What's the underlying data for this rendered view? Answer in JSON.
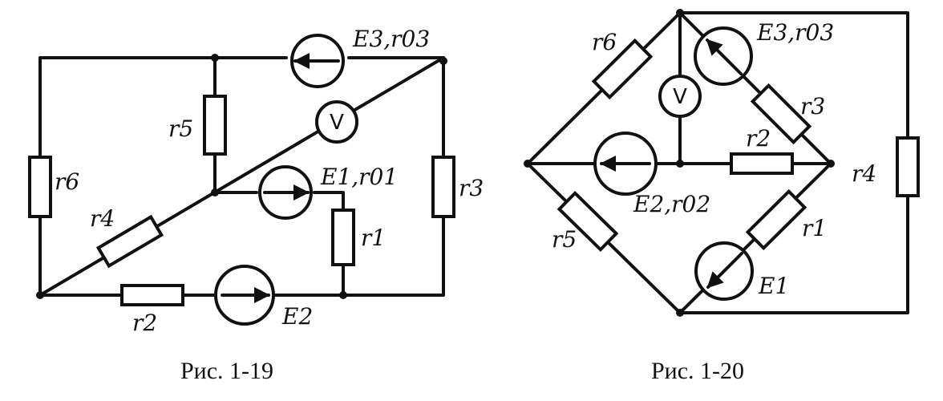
{
  "figures": [
    {
      "caption": "Рис. 1-19",
      "labels": {
        "E3": "E3,r03",
        "r5": "r5",
        "r6": "r6",
        "r3": "r3",
        "V": "V",
        "E1": "E1,r01",
        "r4": "r4",
        "r1": "r1",
        "r2": "r2",
        "E2": "E2"
      }
    },
    {
      "caption": "Рис. 1-20",
      "labels": {
        "r6": "r6",
        "E3": "E3,r03",
        "V": "V",
        "r3": "r3",
        "r2": "r2",
        "r4": "r4",
        "E2": "E2,r02",
        "r5": "r5",
        "r1": "r1",
        "E1": "E1"
      }
    }
  ]
}
